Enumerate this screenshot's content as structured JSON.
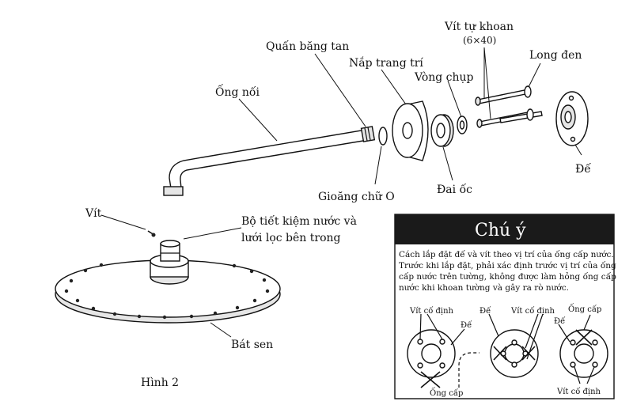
{
  "labels": {
    "vit_tu_khoan": "Vít tự khoan",
    "vit_tu_khoan_size": "(6×40)",
    "long_den": "Long đen",
    "quan_bang_tan": "Quấn băng tan",
    "nap_trang_tri": "Nắp trang trí",
    "vong_chup": "Vòng chụp",
    "ong_noi": "Ống nối",
    "de": "Đế",
    "dai_oc": "Đai ốc",
    "gioang_chu_o": "Gioăng chữ O",
    "vit": "Vít",
    "bo_tiet_kiem_line1": "Bộ tiết kiệm nước và",
    "bo_tiet_kiem_line2": "lưới lọc bên trong",
    "bat_sen": "Bát sen",
    "hinh": "Hình 2"
  },
  "note": {
    "title": "Chú ý",
    "lines": [
      "Cách lắp đặt đế và vít theo vị trí của ống cấp nước.",
      "Trước khi lắp đặt, phải xác định trước vị trí của ống",
      "cấp nước trên tường, không được làm hỏng ống cấp",
      "nước khi khoan tường và gây ra rò nước."
    ],
    "vit_co_dinh_1": "Vít cố định",
    "de_1": "Đế",
    "de_2": "Đế",
    "vit_co_dinh_2": "Vít cố định",
    "ong_cap_top": "Ống cấp",
    "de_3": "Đế",
    "ong_cap_bottom": "Ống cấp",
    "vit_co_dinh_3": "Vít cố định"
  },
  "colors": {
    "note_header_bg": "#1a1a1a",
    "line": "#111111"
  }
}
